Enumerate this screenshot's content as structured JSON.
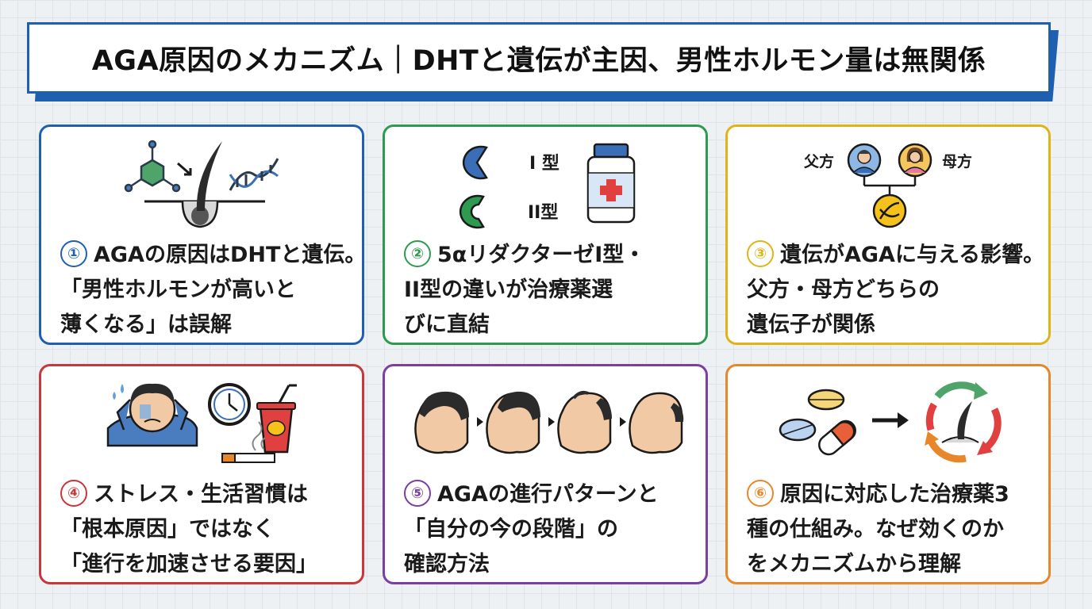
{
  "title": "AGA原因のメカニズム｜DHTと遺伝が主因、男性ホルモン量は無関係",
  "colors": {
    "banner": "#1f5fb0",
    "card1": "#1f5fb0",
    "card2": "#2e9a4f",
    "card3": "#e0b417",
    "card4": "#c8373a",
    "card5": "#7a3fa0",
    "card6": "#e8872a"
  },
  "cards": [
    {
      "number": "①",
      "icons": [
        "molecule-icon",
        "hair-follicle-icon",
        "dna-icon"
      ],
      "lines": [
        "AGAの原因はDHTと遺伝。",
        "「男性ホルモンが高いと",
        "薄くなる」は誤解"
      ]
    },
    {
      "number": "②",
      "icons": [
        "enzyme-type1-icon",
        "enzyme-type2-icon",
        "medicine-bottle-icon"
      ],
      "type1_label": "I 型",
      "type2_label": "II型",
      "lines": [
        "5αリダクターゼI型・",
        "II型の違いが治療薬選",
        "びに直結"
      ]
    },
    {
      "number": "③",
      "icons": [
        "father-avatar-icon",
        "mother-avatar-icon",
        "dna-icon"
      ],
      "father_label": "父方",
      "mother_label": "母方",
      "lines": [
        "遺伝がAGAに与える影響。",
        "父方・母方どちらの",
        "遺伝子が関係"
      ]
    },
    {
      "number": "④",
      "icons": [
        "stressed-man-icon",
        "clock-icon",
        "drink-cup-icon",
        "cigarette-icon"
      ],
      "lines": [
        "ストレス・生活習慣は",
        "「根本原因」ではなく",
        "「進行を加速させる要因」"
      ]
    },
    {
      "number": "⑤",
      "icons": [
        "head-stage-1-icon",
        "head-stage-2-icon",
        "head-stage-3-icon",
        "head-stage-4-icon"
      ],
      "lines": [
        "AGAの進行パターンと",
        "「自分の今の段階」の",
        "確認方法"
      ]
    },
    {
      "number": "⑥",
      "icons": [
        "pills-icon",
        "arrow-right-icon",
        "cycle-icon"
      ],
      "lines": [
        "原因に対応した治療薬3",
        "種の仕組み。なぜ効くのか",
        "をメカニズムから理解"
      ]
    }
  ]
}
